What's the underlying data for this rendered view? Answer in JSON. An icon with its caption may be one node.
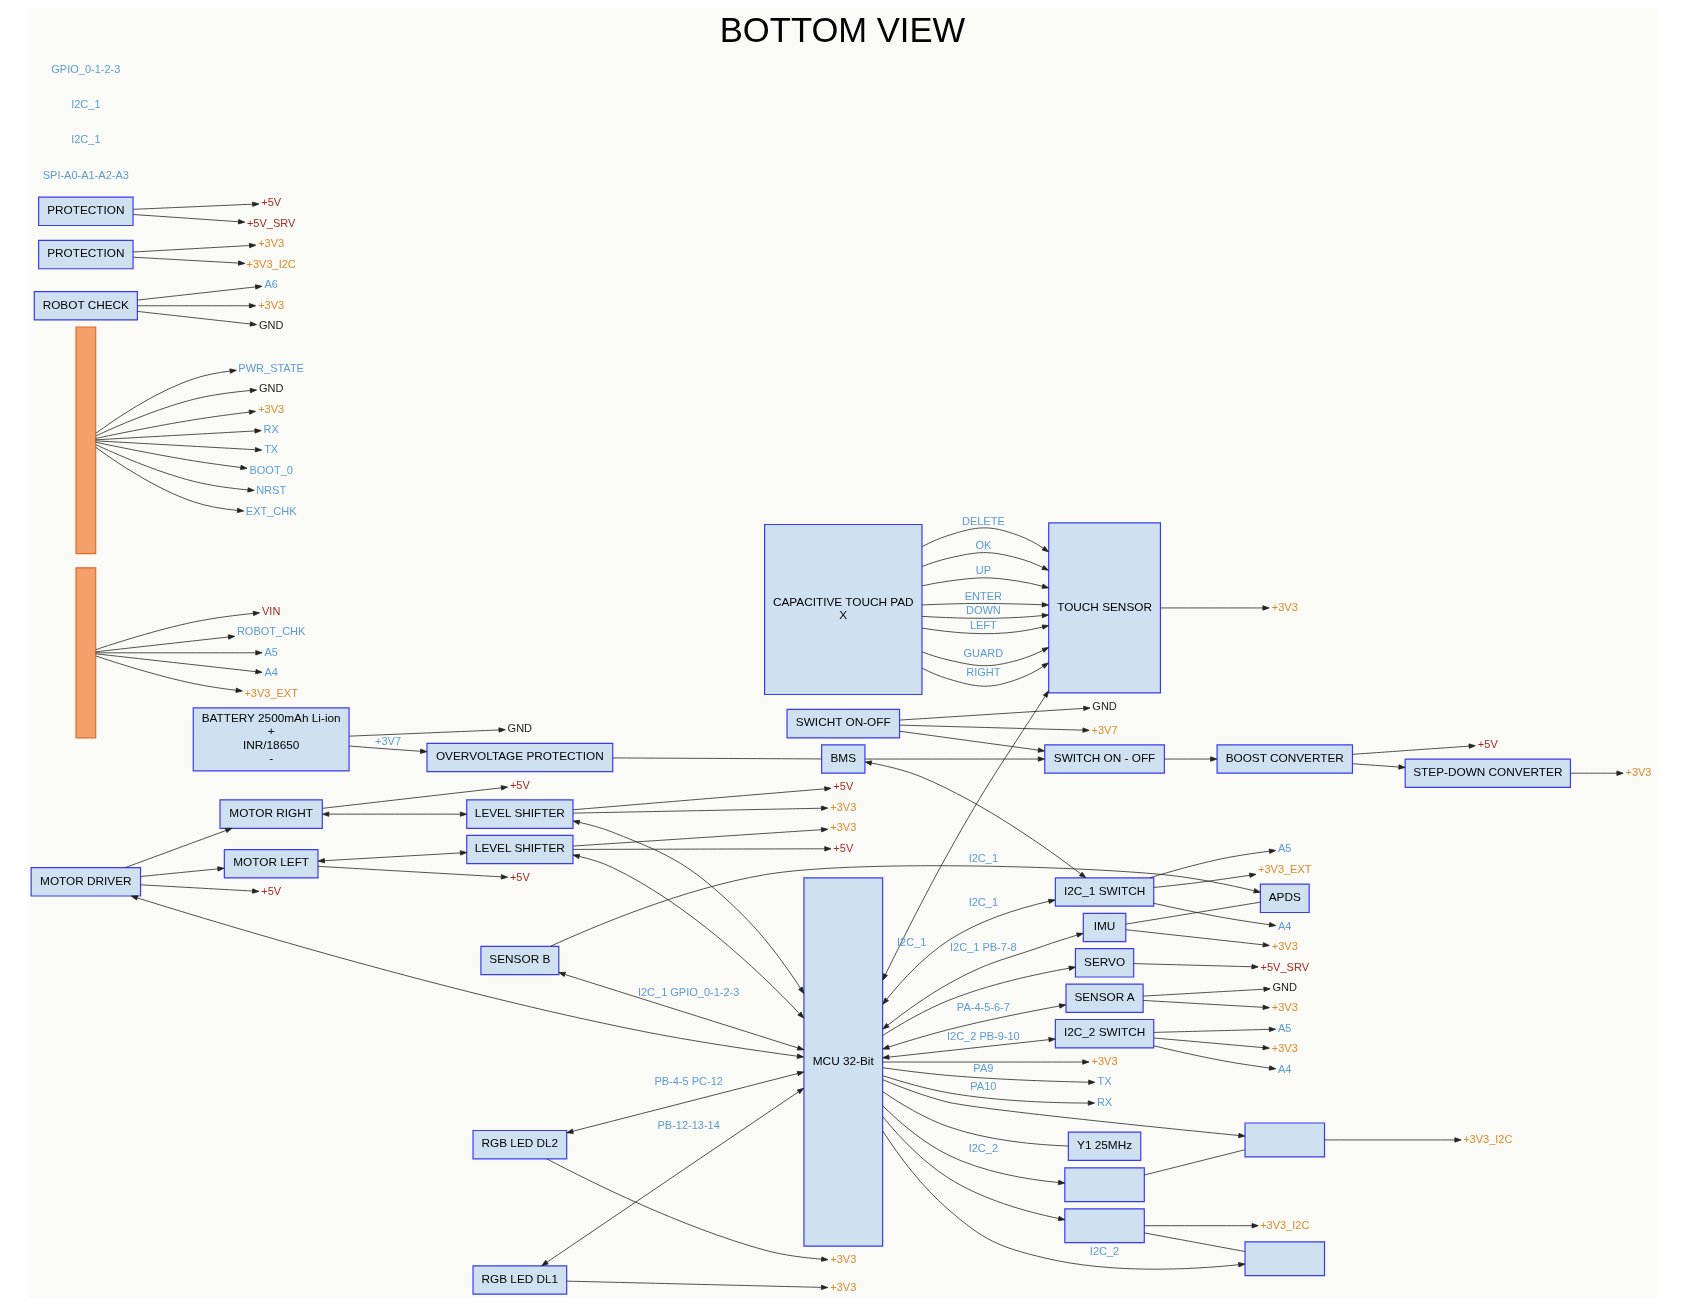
{
  "diagram": {
    "title": "BOTTOM VIEW",
    "nodes": [
      {
        "text": [
          "SENSOR A"
        ]
      },
      {
        "text": [
          "+3V3"
        ]
      },
      {
        "text": [
          "GND"
        ]
      },
      {
        "text": [
          "SENSOR B"
        ]
      },
      {
        "text": [
          "PWR_STATE"
        ]
      },
      {
        "text": [
          "GND"
        ]
      },
      {
        "text": [
          "+3V3"
        ]
      },
      {
        "text": [],
        "shape": "bar"
      },
      {
        "text": [
          "RX"
        ]
      },
      {
        "text": [
          "TX"
        ]
      },
      {
        "text": [
          "BOOT_0"
        ]
      },
      {
        "text": [
          "NRST"
        ]
      },
      {
        "text": [
          "EXT_CHK"
        ]
      },
      {
        "text": [
          "+3V3"
        ]
      },
      {
        "text": [
          "IMU"
        ]
      },
      {
        "text": [
          "APDS"
        ]
      },
      {
        "text": [
          "VIN"
        ]
      },
      {
        "text": [
          "ROBOT_CHK"
        ]
      },
      {
        "text": [
          "A5"
        ]
      },
      {
        "text": [
          "A4"
        ]
      },
      {
        "text": [
          "+3V3_EXT"
        ]
      },
      {
        "text": [],
        "shape": "bar"
      },
      {
        "text": [
          "+5V"
        ]
      },
      {
        "text": [
          "MOTOR RIGHT"
        ]
      },
      {
        "text": [
          "+5V"
        ]
      },
      {
        "text": [
          "MOTOR LEFT"
        ]
      },
      {
        "text": [
          "+5V"
        ]
      },
      {
        "text": [
          "+3V3"
        ]
      },
      {
        "text": [
          "LEVEL SHIFTER"
        ]
      },
      {
        "text": [
          "+5V"
        ]
      },
      {
        "text": [
          "MOTOR DRIVER"
        ]
      },
      {
        "text": [
          "+5V"
        ]
      },
      {
        "text": [
          "+3V3"
        ]
      },
      {
        "text": [
          "LEVEL SHIFTER"
        ]
      },
      {
        "text": [
          "+3V3"
        ]
      },
      {
        "text": [
          "RGB LED DL2"
        ]
      },
      {
        "text": [
          "+3V3"
        ]
      },
      {
        "text": [
          "RGB LED DL1"
        ]
      },
      {
        "text": [
          "+3V3"
        ]
      },
      {
        "text": [
          "MCU 32-Bit"
        ]
      },
      {
        "text": [
          "TX"
        ]
      },
      {
        "text": [
          "RX"
        ]
      },
      {
        "text": [
          "+3V3"
        ]
      },
      {
        "text": [
          "A4"
        ]
      },
      {
        "text": [
          "A5"
        ]
      },
      {
        "text": [
          "I2C_2 SWITCH"
        ]
      },
      {
        "text": [
          "Y1 25MHz"
        ]
      },
      {
        "text": [
          "+5V"
        ]
      },
      {
        "text": [
          "+3V3"
        ]
      },
      {
        "text": [
          "SWITCH ON - OFF"
        ]
      },
      {
        "text": [
          "BOOST CONVERTER"
        ]
      },
      {
        "text": [
          "STEP-DOWN CONVERTER"
        ]
      },
      {
        "text": [
          "+3V3"
        ]
      },
      {
        "text": [
          "TOUCH SENSOR"
        ]
      },
      {
        "text": [
          "+3V3_EXT"
        ]
      },
      {
        "text": [
          "A6"
        ]
      },
      {
        "text": [
          "+3V3"
        ]
      },
      {
        "text": [
          "GND"
        ]
      },
      {
        "text": [
          "BMS"
        ]
      },
      {
        "text": [
          "I2C_1 SWITCH"
        ]
      },
      {
        "text": [
          "A4"
        ]
      },
      {
        "text": [
          "A5"
        ]
      },
      {
        "text": [
          "ROBOT CHECK"
        ]
      },
      {
        "text": [
          "CAPACITIVE TOUCH PAD",
          "X"
        ]
      },
      {
        "text": [
          "+3V3"
        ]
      },
      {
        "text": [
          "+3V3_I2C"
        ]
      },
      {
        "text": [
          "PROTECTION"
        ]
      },
      {
        "text": [
          "+5V"
        ]
      },
      {
        "text": [
          "+5V_SRV"
        ]
      },
      {
        "text": [
          "PROTECTION"
        ]
      },
      {
        "text": [
          "OVERVOLTAGE PROTECTION"
        ]
      },
      {
        "text": [
          "BATTERY 2500mAh Li-ion",
          "+",
          "INR/18650",
          "-"
        ]
      },
      {
        "text": [
          "GND"
        ]
      },
      {
        "text": [
          "+3V7"
        ]
      },
      {
        "text": [
          "GND"
        ]
      },
      {
        "text": [
          "+3V3_I2C"
        ]
      },
      {
        "text": [
          "+5V_SRV"
        ]
      },
      {
        "text": [
          "+3V3_I2C"
        ]
      },
      {
        "text": [
          "SWICHT ON-OFF"
        ]
      },
      {
        "text": [],
        "shape": "box"
      },
      {
        "text": [],
        "shape": "box"
      },
      {
        "text": [
          "SERVO"
        ]
      },
      {
        "text": [],
        "shape": "box"
      },
      {
        "text": [],
        "shape": "box"
      }
    ],
    "edges": [
      {
        "from": 0,
        "to": 1,
        "arrow": "to"
      },
      {
        "from": 0,
        "to": 2,
        "arrow": "to"
      },
      {
        "from": 7,
        "to": 4,
        "arrow": "to"
      },
      {
        "from": 7,
        "to": 5,
        "arrow": "to"
      },
      {
        "from": 7,
        "to": 6,
        "arrow": "to"
      },
      {
        "from": 7,
        "to": 8,
        "arrow": "to"
      },
      {
        "from": 7,
        "to": 9,
        "arrow": "to"
      },
      {
        "from": 7,
        "to": 10,
        "arrow": "to"
      },
      {
        "from": 7,
        "to": 11,
        "arrow": "to"
      },
      {
        "from": 7,
        "to": 12,
        "arrow": "to"
      },
      {
        "from": 14,
        "to": 13,
        "arrow": "to"
      },
      {
        "from": 14,
        "to": 15,
        "arrow": "none"
      },
      {
        "from": 39,
        "to": 14,
        "arrow": "both",
        "label": "I2C_1 PB-7-8"
      },
      {
        "from": 3,
        "to": 15,
        "arrow": "to",
        "label": "I2C_1"
      },
      {
        "from": 3,
        "to": 39,
        "arrow": "both",
        "label": "I2C_1 GPIO_0-1-2-3"
      },
      {
        "from": 39,
        "to": 0,
        "arrow": "both",
        "label": "PA-4-5-6-7"
      },
      {
        "from": 21,
        "to": 16,
        "arrow": "to"
      },
      {
        "from": 21,
        "to": 17,
        "arrow": "to"
      },
      {
        "from": 21,
        "to": 18,
        "arrow": "to"
      },
      {
        "from": 21,
        "to": 19,
        "arrow": "to"
      },
      {
        "from": 21,
        "to": 20,
        "arrow": "to"
      },
      {
        "from": 23,
        "to": 22,
        "arrow": "to"
      },
      {
        "from": 25,
        "to": 24,
        "arrow": "to"
      },
      {
        "from": 28,
        "to": 26,
        "arrow": "to"
      },
      {
        "from": 28,
        "to": 27,
        "arrow": "to"
      },
      {
        "from": 30,
        "to": 29,
        "arrow": "to"
      },
      {
        "from": 33,
        "to": 31,
        "arrow": "to"
      },
      {
        "from": 33,
        "to": 32,
        "arrow": "to"
      },
      {
        "from": 30,
        "to": 23,
        "arrow": "to"
      },
      {
        "from": 30,
        "to": 25,
        "arrow": "to"
      },
      {
        "from": 23,
        "to": 28,
        "arrow": "both"
      },
      {
        "from": 25,
        "to": 33,
        "arrow": "both"
      },
      {
        "from": 28,
        "to": 39,
        "arrow": "both"
      },
      {
        "from": 30,
        "to": 39,
        "arrow": "both"
      },
      {
        "from": 33,
        "to": 39,
        "arrow": "both"
      },
      {
        "from": 35,
        "to": 34,
        "arrow": "to"
      },
      {
        "from": 35,
        "to": 39,
        "arrow": "both",
        "label": "PB-4-5 PC-12"
      },
      {
        "from": 37,
        "to": 36,
        "arrow": "to"
      },
      {
        "from": 37,
        "to": 39,
        "arrow": "both",
        "label": "PB-12-13-14"
      },
      {
        "from": 39,
        "to": 38,
        "arrow": "to"
      },
      {
        "from": 39,
        "to": 40,
        "arrow": "to",
        "label": "PA9"
      },
      {
        "from": 39,
        "to": 41,
        "arrow": "to",
        "label": "PA10"
      },
      {
        "from": 39,
        "to": 46,
        "arrow": "none"
      },
      {
        "from": 39,
        "to": 45,
        "arrow": "both",
        "label": "I2C_2 PB-9-10"
      },
      {
        "from": 45,
        "to": 42,
        "arrow": "to"
      },
      {
        "from": 45,
        "to": 43,
        "arrow": "to"
      },
      {
        "from": 45,
        "to": 44,
        "arrow": "to"
      },
      {
        "from": 39,
        "to": 79,
        "arrow": "to"
      },
      {
        "from": 39,
        "to": 80,
        "arrow": "to",
        "label": "I2C_2"
      },
      {
        "from": 39,
        "to": 82,
        "arrow": "to",
        "label": "I2C_2"
      },
      {
        "from": 39,
        "to": 83,
        "arrow": "to"
      },
      {
        "from": 39,
        "to": 81,
        "arrow": "to"
      },
      {
        "from": 39,
        "to": 53,
        "arrow": "both",
        "label": "I2C_1"
      },
      {
        "from": 39,
        "to": 59,
        "arrow": "both",
        "label": "I2C_1"
      },
      {
        "from": 53,
        "to": 52,
        "arrow": "to"
      },
      {
        "from": 62,
        "to": 55,
        "arrow": "to"
      },
      {
        "from": 62,
        "to": 56,
        "arrow": "to"
      },
      {
        "from": 62,
        "to": 57,
        "arrow": "to"
      },
      {
        "from": 66,
        "to": 64,
        "arrow": "to"
      },
      {
        "from": 66,
        "to": 65,
        "arrow": "to"
      },
      {
        "from": 69,
        "to": 67,
        "arrow": "to"
      },
      {
        "from": 69,
        "to": 68,
        "arrow": "to"
      },
      {
        "from": 49,
        "to": 50,
        "arrow": "to"
      },
      {
        "from": 50,
        "to": 51,
        "arrow": "to"
      },
      {
        "from": 50,
        "to": 47,
        "arrow": "to"
      },
      {
        "from": 51,
        "to": 48,
        "arrow": "to"
      },
      {
        "from": 58,
        "to": 49,
        "arrow": "to"
      },
      {
        "from": 58,
        "to": 59,
        "arrow": "both"
      },
      {
        "from": 59,
        "to": 54,
        "arrow": "to"
      },
      {
        "from": 59,
        "to": 60,
        "arrow": "to"
      },
      {
        "from": 59,
        "to": 61,
        "arrow": "to"
      },
      {
        "from": 70,
        "to": 58,
        "arrow": "none"
      },
      {
        "from": 71,
        "to": 70,
        "arrow": "to",
        "label": "+3V7"
      },
      {
        "from": 71,
        "to": 72,
        "arrow": "to"
      },
      {
        "from": 78,
        "to": 73,
        "arrow": "to"
      },
      {
        "from": 78,
        "to": 74,
        "arrow": "to"
      },
      {
        "from": 78,
        "to": 49,
        "arrow": "to"
      },
      {
        "from": 79,
        "to": 75,
        "arrow": "to"
      },
      {
        "from": 79,
        "to": 80,
        "arrow": "none"
      },
      {
        "from": 81,
        "to": 76,
        "arrow": "to"
      },
      {
        "from": 82,
        "to": 83,
        "arrow": "none"
      },
      {
        "from": 83,
        "to": 77,
        "arrow": "to"
      },
      {
        "from": 63,
        "to": 53,
        "arrow": "to",
        "label": "GUARD"
      },
      {
        "from": 63,
        "to": 53,
        "arrow": "to",
        "label": "RIGHT"
      },
      {
        "from": 63,
        "to": 53,
        "arrow": "to",
        "label": "DELETE"
      },
      {
        "from": 63,
        "to": 53,
        "arrow": "to",
        "label": "OK"
      },
      {
        "from": 63,
        "to": 53,
        "arrow": "to",
        "label": "UP"
      },
      {
        "from": 63,
        "to": 53,
        "arrow": "to",
        "label": "ENTER"
      },
      {
        "from": 63,
        "to": 53,
        "arrow": "to",
        "label": "DOWN"
      },
      {
        "from": 63,
        "to": 53,
        "arrow": "to",
        "label": "LEFT"
      }
    ],
    "labels": [
      "SPI-A0-A1-A2-A3",
      "I2C_1",
      "I2C_1",
      "GPIO_0-1-2-3"
    ]
  }
}
